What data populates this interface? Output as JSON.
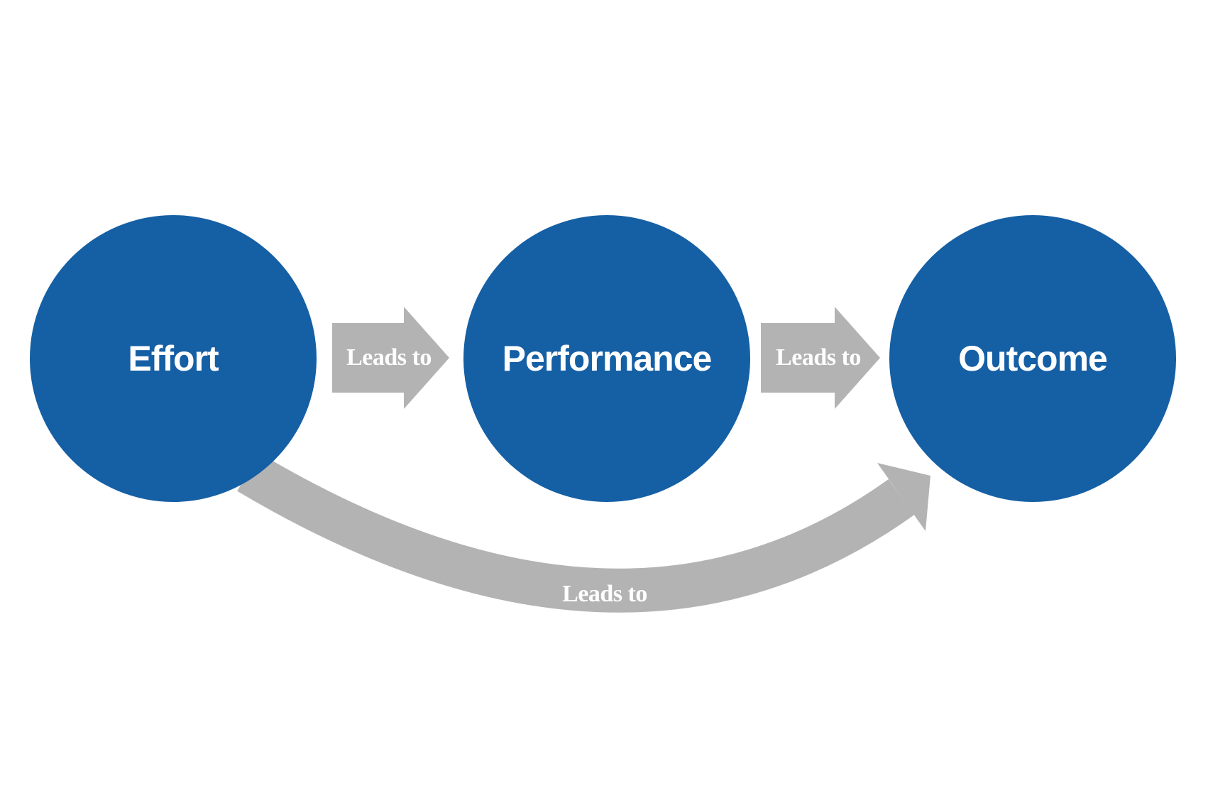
{
  "diagram": {
    "nodes": [
      {
        "id": "effort",
        "label": "Effort",
        "shape": "circle"
      },
      {
        "id": "performance",
        "label": "Performance",
        "shape": "circle"
      },
      {
        "id": "outcome",
        "label": "Outcome",
        "shape": "circle"
      }
    ],
    "connectors": [
      {
        "label": "Leads to",
        "from": "effort",
        "to": "performance",
        "type": "straight-block-arrow"
      },
      {
        "label": "Leads to",
        "from": "performance",
        "to": "outcome",
        "type": "straight-block-arrow"
      },
      {
        "label": "Leads to",
        "from": "effort",
        "to": "outcome",
        "type": "curved-arrow"
      }
    ],
    "colors": {
      "node_fill": "#155FA4",
      "connector_fill": "#B3B3B3",
      "label_text": "#FFFFFF",
      "background": "#FFFFFF"
    }
  }
}
